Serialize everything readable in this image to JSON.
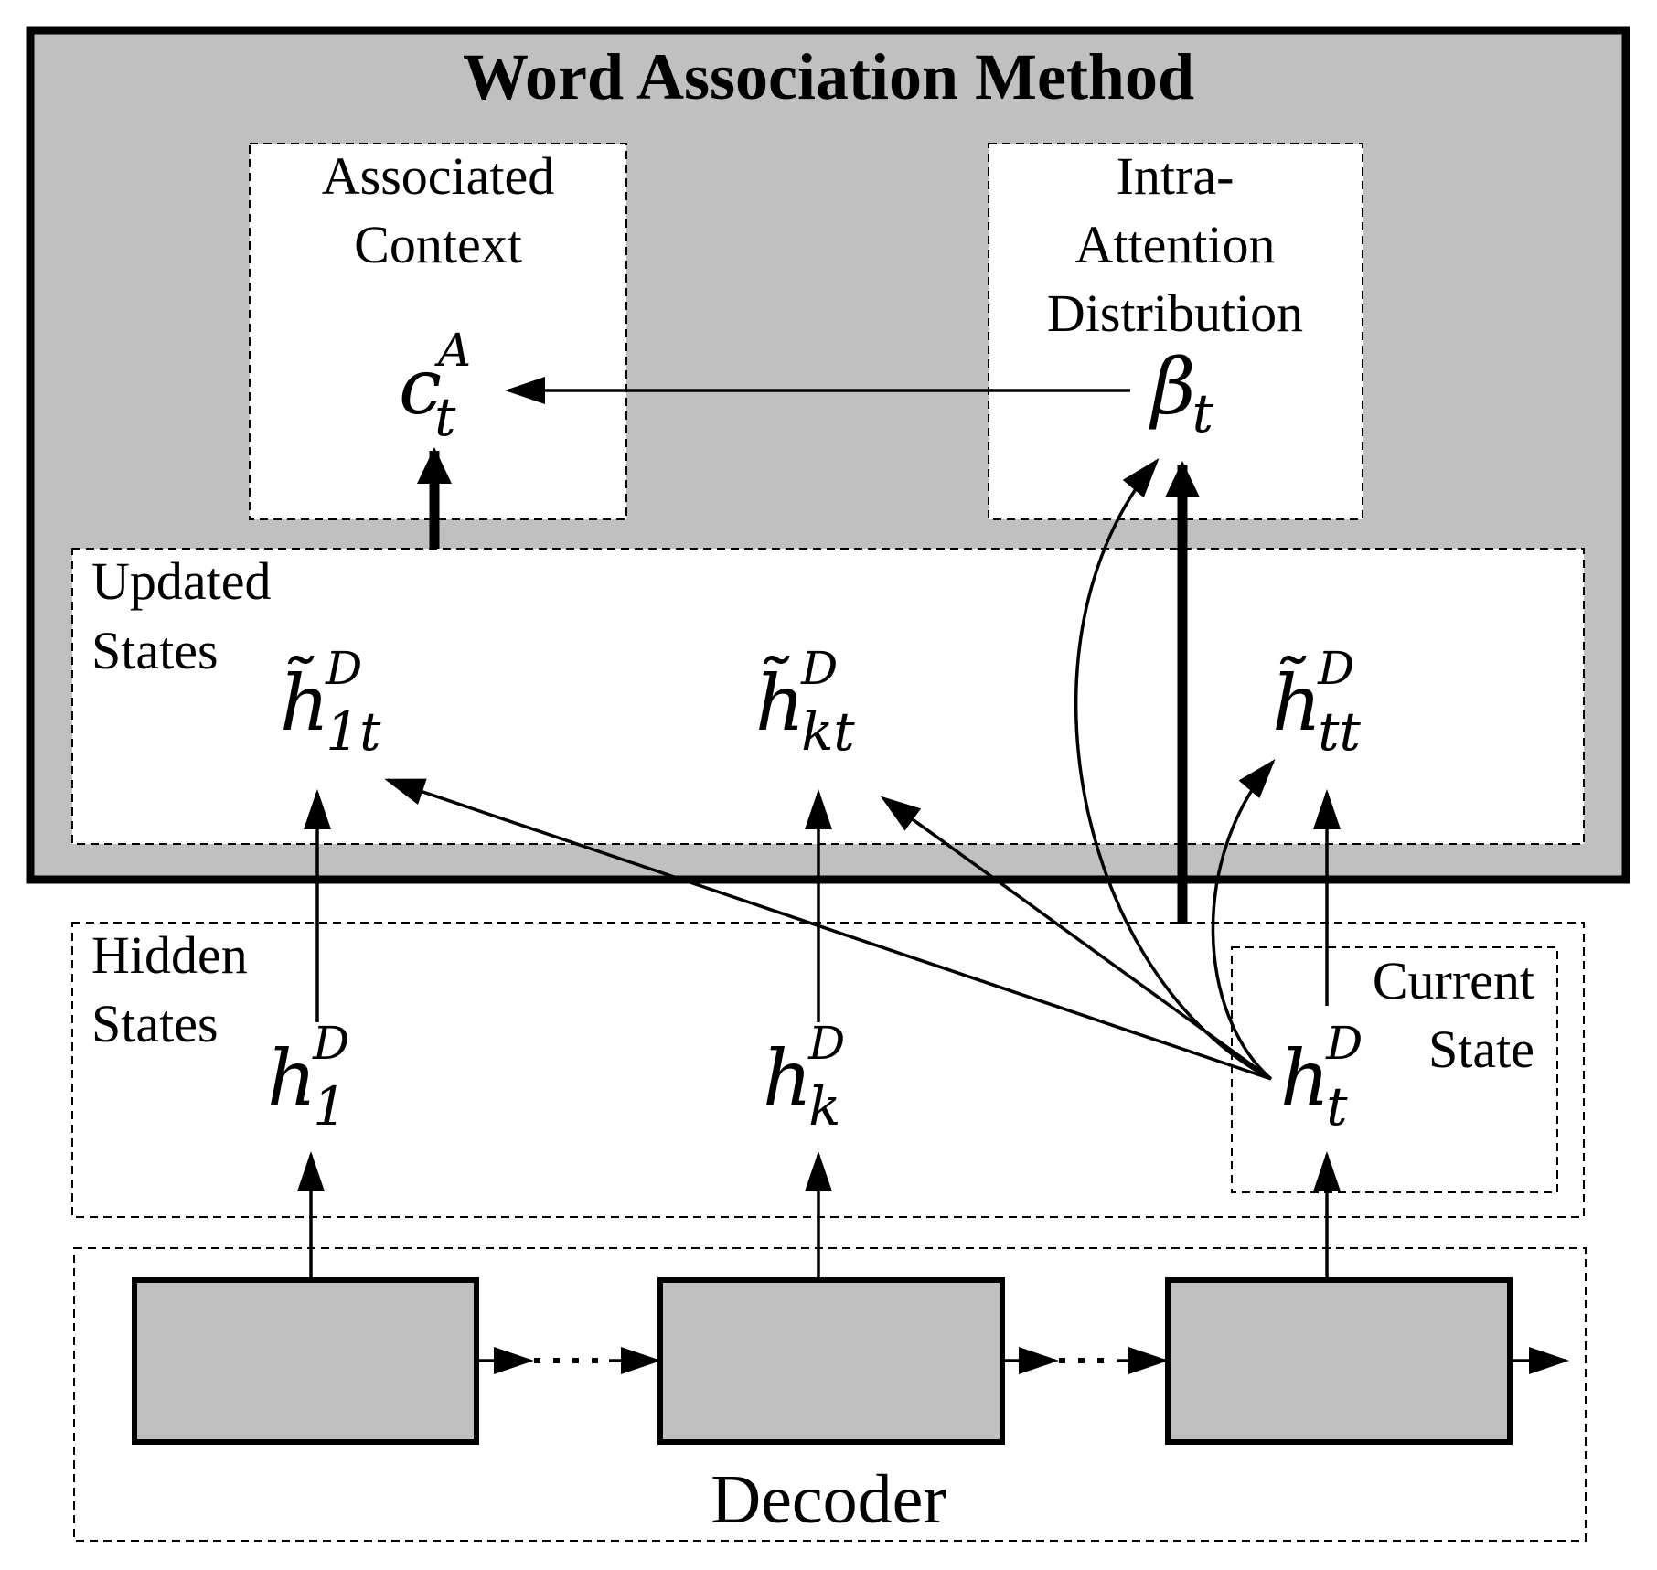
{
  "title": "Word Association Method",
  "boxes": {
    "associated_context": {
      "line1": "Associated",
      "line2": "Context"
    },
    "intra_attention": {
      "line1": "Intra-",
      "line2": "Attention",
      "line3": "Distribution"
    },
    "updated_states": {
      "line1": "Updated",
      "line2": "States"
    },
    "hidden_states": {
      "line1": "Hidden",
      "line2": "States"
    },
    "current_state": {
      "line1": "Current",
      "line2": "State"
    },
    "decoder": {
      "label": "Decoder"
    }
  },
  "symbols": {
    "context": {
      "base": "c",
      "sup": "A",
      "sub": "t"
    },
    "beta": {
      "base": "β",
      "sub": "t"
    },
    "updated": [
      {
        "base": "h̃",
        "sup": "D",
        "sub": "1t"
      },
      {
        "base": "h̃",
        "sup": "D",
        "sub": "kt"
      },
      {
        "base": "h̃",
        "sup": "D",
        "sub": "tt"
      }
    ],
    "hidden": [
      {
        "base": "h",
        "sup": "D",
        "sub": "1"
      },
      {
        "base": "h",
        "sup": "D",
        "sub": "k"
      },
      {
        "base": "h",
        "sup": "D",
        "sub": "t"
      }
    ]
  },
  "colors": {
    "panel_fill": "#c0c0c0",
    "cell_fill": "#c0c0c0",
    "line": "#000000",
    "box_fill": "#ffffff"
  }
}
